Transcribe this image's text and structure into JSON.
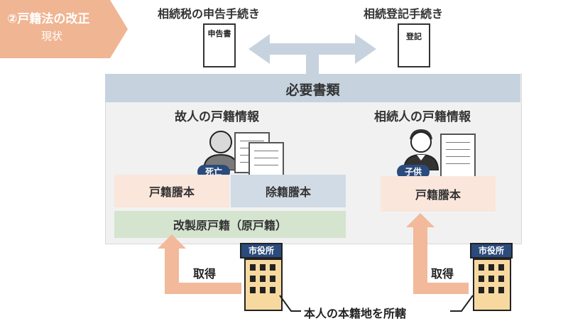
{
  "tag": {
    "title": "②戸籍法の改正",
    "subtitle": "現状"
  },
  "procedures": {
    "left": {
      "label": "相続税の申告手続き",
      "doc_text": "申告書"
    },
    "right": {
      "label": "相続登記手続き",
      "doc_text": "登記"
    }
  },
  "required_docs": {
    "title": "必要書類",
    "deceased": {
      "heading": "故人の戸籍情報",
      "badge": "死亡",
      "copy": "戸籍謄本",
      "removed": "除籍謄本",
      "original": "改製原戸籍（原戸籍）"
    },
    "heir": {
      "heading": "相続人の戸籍情報",
      "badge": "子供",
      "copy": "戸籍謄本"
    }
  },
  "offices": {
    "label": "市役所",
    "obtain_label": "取得",
    "note": "本人の本籍地を所轄"
  },
  "colors": {
    "tag": "#f0b592",
    "band": "#c6d3df",
    "copy_box": "#fbe6dc",
    "removed_box": "#d1dbe5",
    "original_box": "#d4e4cf",
    "arrow": "#f2b99a",
    "badge": "#2a4b7c"
  }
}
